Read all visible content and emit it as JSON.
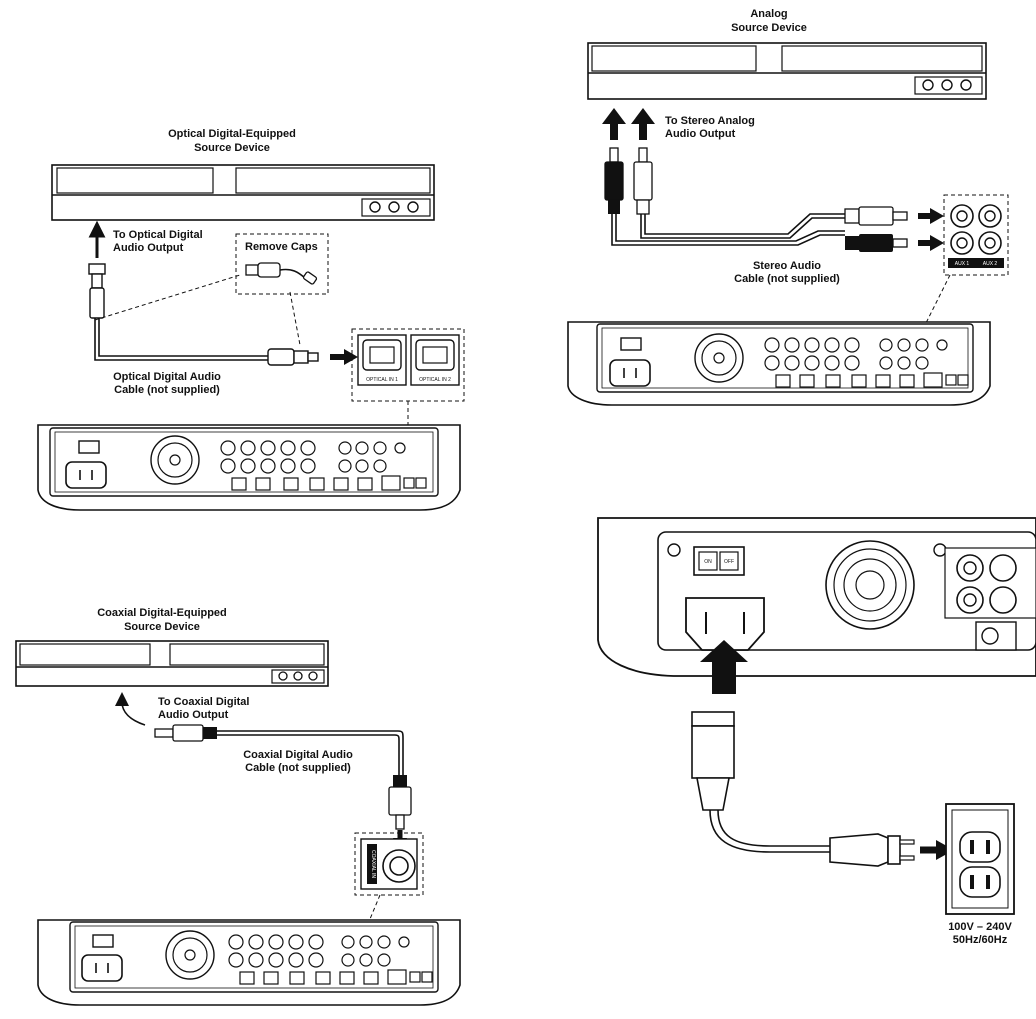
{
  "optical": {
    "device_label_1": "Optical Digital-Equipped",
    "device_label_2": "Source Device",
    "output_label_1": "To Optical Digital",
    "output_label_2": "Audio Output",
    "caps_label": "Remove Caps",
    "cable_label_1": "Optical Digital Audio",
    "cable_label_2": "Cable (not supplied)",
    "port1_label": "OPTICAL IN 1",
    "port2_label": "OPTICAL IN 2"
  },
  "coaxial": {
    "device_label_1": "Coaxial Digital-Equipped",
    "device_label_2": "Source Device",
    "output_label_1": "To Coaxial Digital",
    "output_label_2": "Audio Output",
    "cable_label_1": "Coaxial Digital Audio",
    "cable_label_2": "Cable (not supplied)",
    "port_label": "COAXIAL IN"
  },
  "analog": {
    "device_label_1": "Analog",
    "device_label_2": "Source Device",
    "output_label_1": "To Stereo Analog",
    "output_label_2": "Audio Output",
    "cable_label_1": "Stereo Audio",
    "cable_label_2": "Cable (not supplied)",
    "port1_label": "AUX 1",
    "port2_label": "AUX 2"
  },
  "power": {
    "switch_on": "ON",
    "switch_off": "OFF",
    "voltage": "100V – 240V",
    "frequency": "50Hz/60Hz"
  }
}
